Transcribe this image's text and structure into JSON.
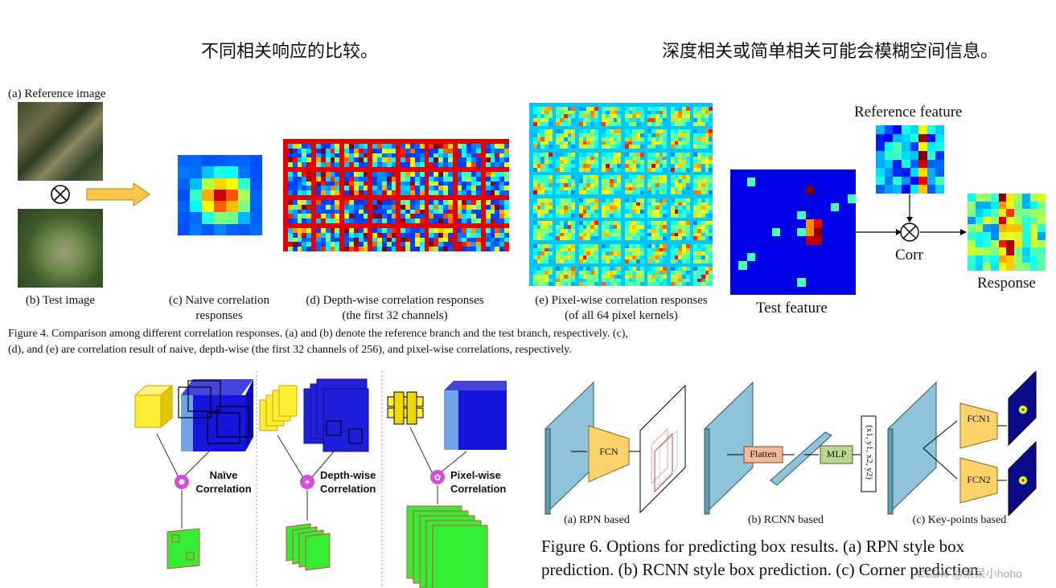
{
  "notes": {
    "left": "不同相关响应的比较。",
    "right": "深度相关或简单相关可能会模糊空间信息。"
  },
  "fig4": {
    "label_a": "(a) Reference image",
    "label_b": "(b) Test image",
    "label_c1": "(c) Naive correlation",
    "label_c2": "responses",
    "label_d1": "(d) Depth-wise correlation responses",
    "label_d2": "(the first 32 channels)",
    "label_e1": "(e) Pixel-wise correlation responses",
    "label_e2": "(of all 64 pixel kernels)",
    "caption_1": "Figure 4. Comparison among different correlation responses. (a) and (b) denote the reference branch and the test branch, respectively. (c),",
    "caption_2": "(d), and (e) are correlation result of naive, depth-wise (the first 32 channels of 256), and pixel-wise correlations, respectively."
  },
  "corr_diagram": {
    "reference": "Reference feature",
    "test": "Test feature",
    "corr": "Corr",
    "response": "Response"
  },
  "corr_types": {
    "naive_1": "Naïve",
    "naive_2": "Correlation",
    "depth_1": "Depth-wise",
    "depth_2": "Correlation",
    "pixel_1": "Pixel-wise",
    "pixel_2": "Correlation"
  },
  "fig6": {
    "fcn": "FCN",
    "flatten": "Flatten",
    "mlp": "MLP",
    "vector": "(x1, y1, x2, y2)",
    "fcn1": "FCN1",
    "fcn2": "FCN2",
    "label_a": "(a) RPN based",
    "label_b": "(b) RCNN based",
    "label_c": "(c) Key-points based",
    "caption_1": "Figure 6.  Options for predicting box results.  (a) RPN style box",
    "caption_2": "prediction. (b) RCNN style box prediction. (c) Corner prediction."
  },
  "watermark": "CSDN @呆呆小hoho"
}
